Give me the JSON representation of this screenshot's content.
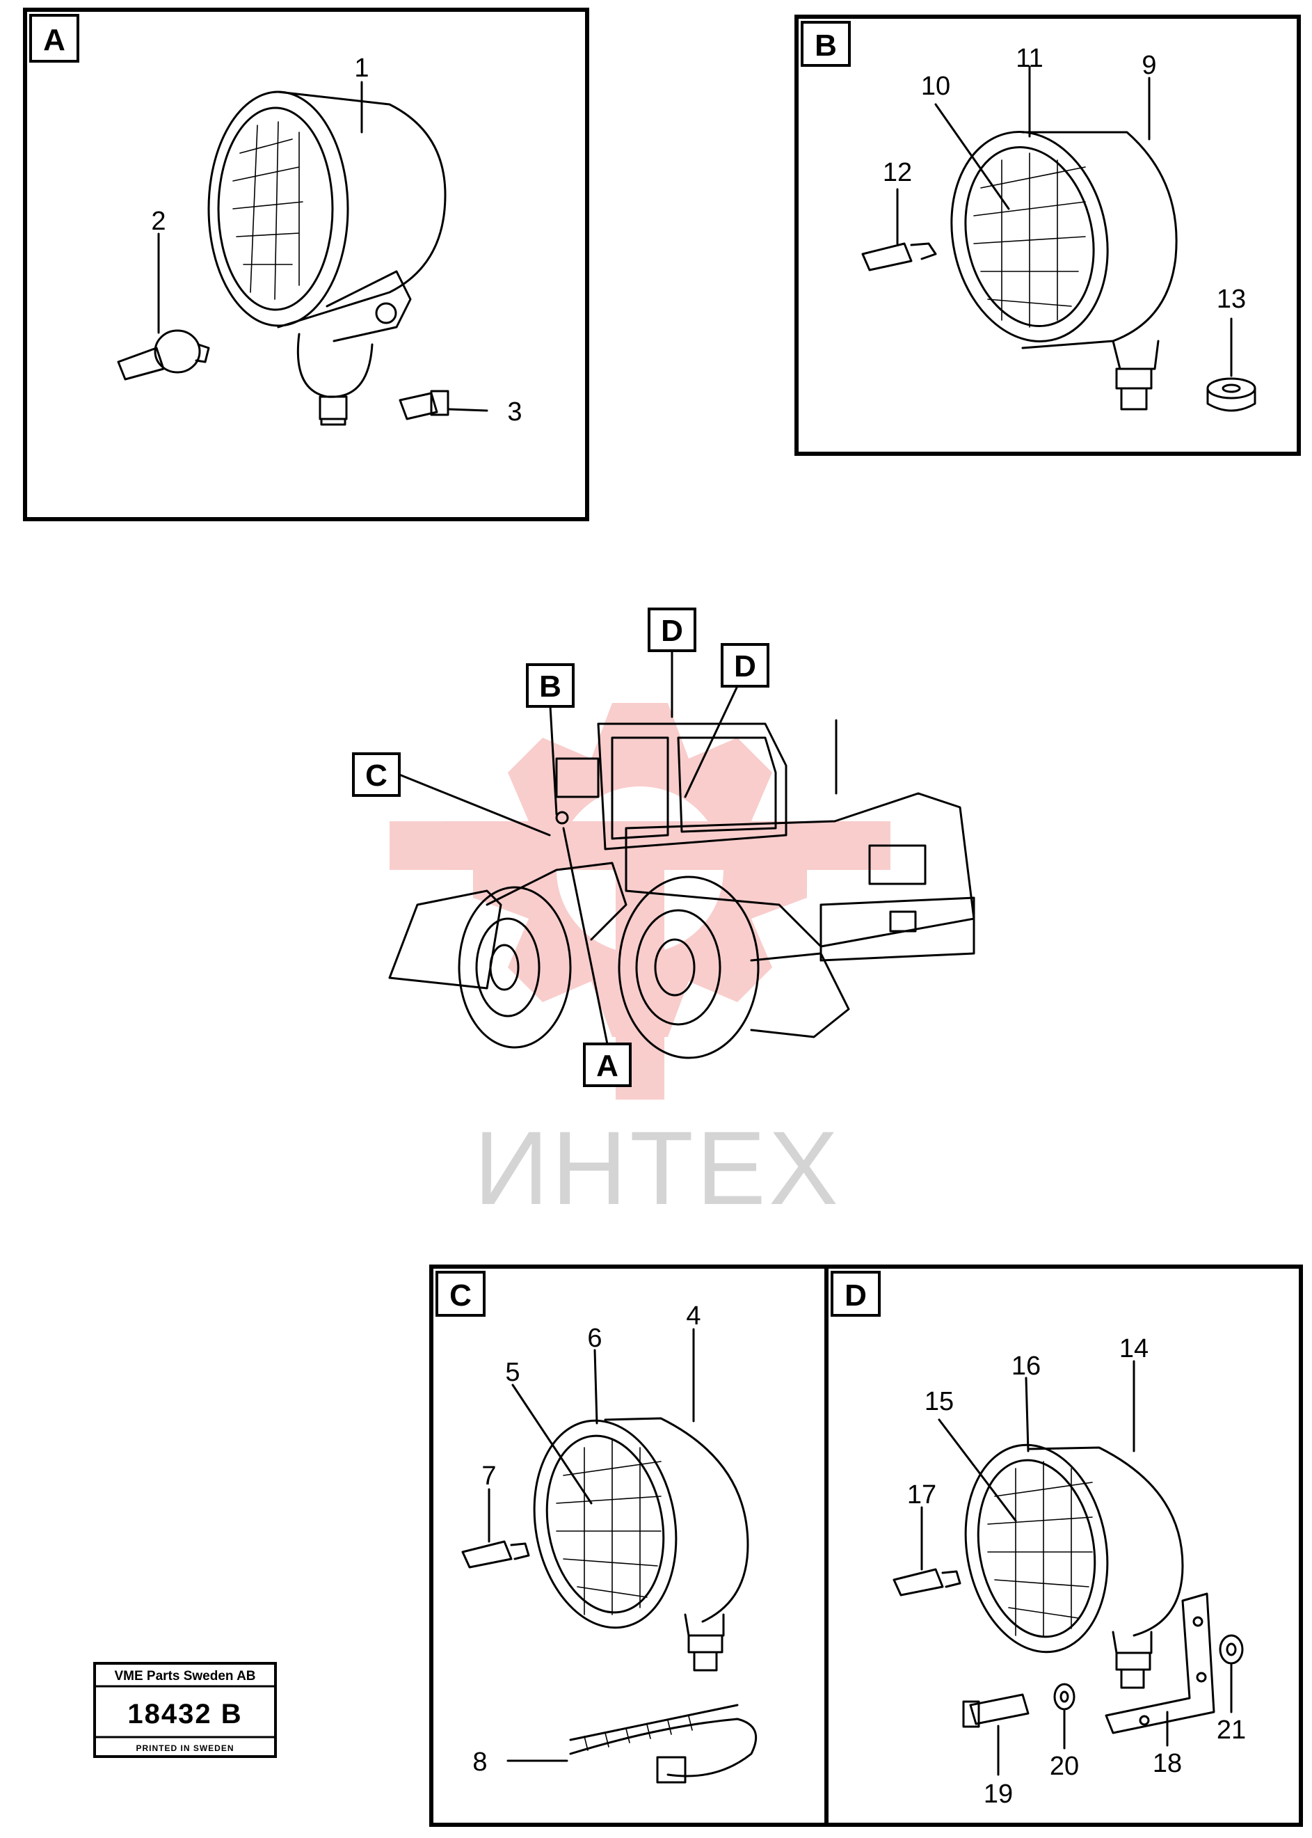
{
  "panels": {
    "a": {
      "letter": "A",
      "parts": [
        "1",
        "2",
        "3"
      ]
    },
    "b": {
      "letter": "B",
      "parts": [
        "9",
        "10",
        "11",
        "12",
        "13"
      ]
    },
    "c": {
      "letter": "C",
      "parts": [
        "4",
        "5",
        "6",
        "7",
        "8"
      ]
    },
    "d": {
      "letter": "D",
      "parts": [
        "14",
        "15",
        "16",
        "17",
        "18",
        "19",
        "20",
        "21"
      ]
    }
  },
  "loader_callouts": [
    "B",
    "D",
    "D",
    "C",
    "A"
  ],
  "watermark": {
    "text": "ИНТЕХ"
  },
  "stamp": {
    "company": "VME Parts Sweden AB",
    "drawing_number": "18432 B",
    "printed": "PRINTED IN SWEDEN"
  }
}
